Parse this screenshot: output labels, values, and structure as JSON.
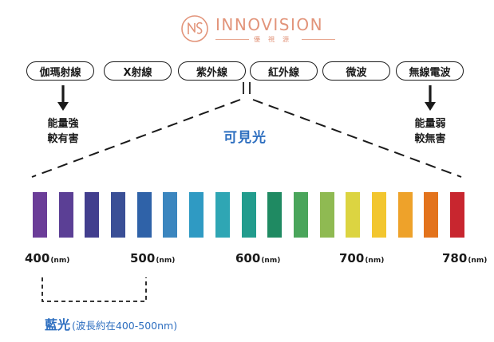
{
  "logo": {
    "name": "INNOVISION",
    "sub": "優視源"
  },
  "spectrum_bands": [
    {
      "label": "伽瑪射線"
    },
    {
      "label": "X射線"
    },
    {
      "label": "紫外線"
    },
    {
      "label": "紅外線"
    },
    {
      "label": "微波"
    },
    {
      "label": "無線電波"
    }
  ],
  "energy": {
    "strong_line1": "能量強",
    "strong_line2": "較有害",
    "weak_line1": "能量弱",
    "weak_line2": "較無害"
  },
  "visible_light_label": "可見光",
  "bar_colors": [
    "#6b3d98",
    "#5b3f95",
    "#423e8e",
    "#3a4f96",
    "#2f62a8",
    "#3b86bf",
    "#2f9ac3",
    "#2fa6b4",
    "#229c8d",
    "#1f8a62",
    "#4aa55b",
    "#8fba52",
    "#dcd441",
    "#f2c62f",
    "#eea22a",
    "#e3731c",
    "#c8262f"
  ],
  "wavelengths": [
    {
      "value": "400",
      "unit": "(nm)"
    },
    {
      "value": "500",
      "unit": "(nm)"
    },
    {
      "value": "600",
      "unit": "(nm)"
    },
    {
      "value": "700",
      "unit": "(nm)"
    },
    {
      "value": "780",
      "unit": "(nm)"
    }
  ],
  "blue_light": {
    "title": "藍光",
    "range": "(波長約在400-500nm)"
  }
}
